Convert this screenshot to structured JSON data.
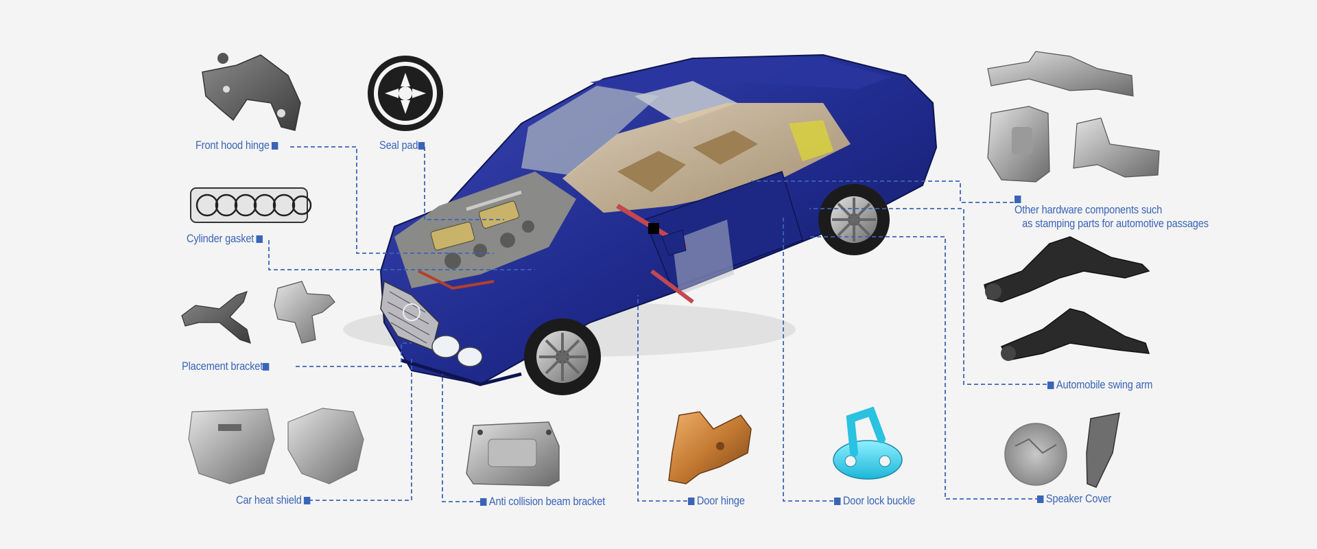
{
  "diagram": {
    "parts": [
      {
        "id": "front-hood-hinge",
        "label": "Front hood hinge"
      },
      {
        "id": "seal-pad",
        "label": "Seal pad"
      },
      {
        "id": "cylinder-gasket",
        "label": "Cylinder gasket"
      },
      {
        "id": "placement-bracket",
        "label": "Placement bracket"
      },
      {
        "id": "car-heat-shield",
        "label": "Car heat shield"
      },
      {
        "id": "anti-collision-beam-bracket",
        "label": "Anti collision beam bracket"
      },
      {
        "id": "door-hinge",
        "label": "Door hinge"
      },
      {
        "id": "door-lock-buckle",
        "label": "Door lock buckle"
      },
      {
        "id": "speaker-cover",
        "label": "Speaker Cover"
      },
      {
        "id": "automobile-swing-arm",
        "label": "Automobile swing arm"
      },
      {
        "id": "other-hardware",
        "label_line1": "Other hardware components such",
        "label_line2": "as stamping parts for automotive passages"
      }
    ],
    "colors": {
      "accent": "#3a64b8",
      "car_body": "#1f2a8c",
      "background": "#f4f4f4"
    }
  }
}
